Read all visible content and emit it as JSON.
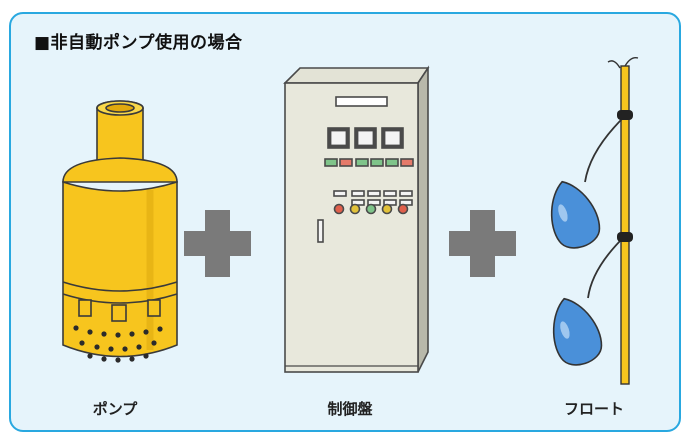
{
  "title": "■非自動ポンプ使用の場合",
  "items": [
    {
      "icon": "submersible-pump-icon",
      "label": "ポンプ"
    },
    {
      "icon": "control-panel-icon",
      "label": "制御盤"
    },
    {
      "icon": "float-switch-icon",
      "label": "フロート"
    }
  ],
  "operator_icon": "plus-icon",
  "colors": {
    "panel_border": "#29a8e0",
    "panel_fill": "#e6f4fb",
    "pump_yellow": "#f7c51e",
    "plus_gray": "#7a7a7a",
    "float_blue": "#4a90d9"
  }
}
